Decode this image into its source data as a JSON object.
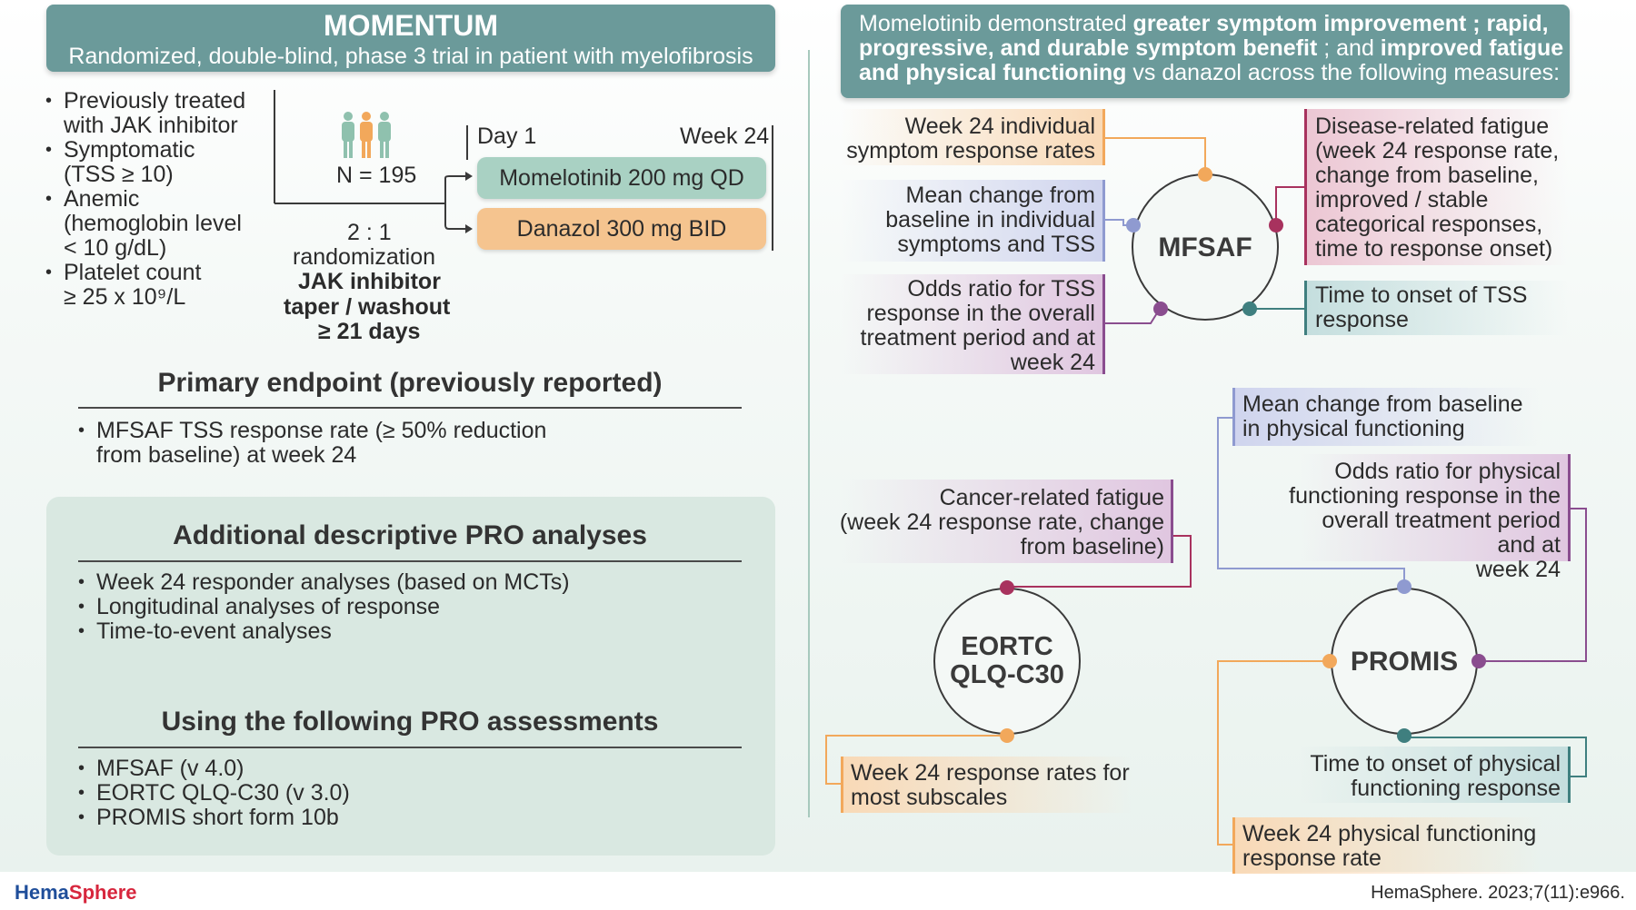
{
  "header": {
    "title": "MOMENTUM",
    "subtitle": "Randomized, double-blind, phase 3 trial in patient with myelofibrosis"
  },
  "eligibility": [
    "Previously treated",
    "with JAK inhibitor",
    "Symptomatic",
    "(TSS ≥ 10)",
    "Anemic",
    "(hemoglobin level",
    "< 10 g/dL)",
    "Platelet count",
    "≥ 25 x 10⁹/L"
  ],
  "design": {
    "n": "N = 195",
    "ratio": "2 : 1",
    "randomization": "randomization",
    "taper1": "JAK inhibitor",
    "taper2": "taper / washout",
    "taper3": "≥ 21 days",
    "day1": "Day 1",
    "week24": "Week 24",
    "arm1": "Momelotinib 200 mg QD",
    "arm2": "Danazol 300 mg BID"
  },
  "primary": {
    "heading": "Primary endpoint (previously reported)",
    "line1": "MFSAF TSS response rate (≥ 50% reduction",
    "line2": "from baseline) at week 24"
  },
  "additional": {
    "heading": "Additional descriptive PRO analyses",
    "items": [
      "Week 24 responder analyses (based on MCTs)",
      "Longitudinal analyses of response",
      "Time-to-event analyses"
    ]
  },
  "assessments": {
    "heading": "Using the following PRO assessments",
    "items": [
      "MFSAF (v 4.0)",
      "EORTC QLQ-C30 (v 3.0)",
      "PROMIS short form 10b"
    ]
  },
  "right_banner": {
    "l1a": "Momelotinib demonstrated ",
    "l1b": "greater symptom improvement ; rapid,",
    "l2a": "progressive, and durable symptom benefit",
    "l2b": " ; and ",
    "l2c": "improved fatigue",
    "l3a": "and physical functioning",
    "l3b": " vs danazol across the following measures:"
  },
  "mfsaf": {
    "name": "MFSAF",
    "week24_1": "Week 24 individual",
    "week24_2": "symptom response rates",
    "mean_1": "Mean change from",
    "mean_2": "baseline in individual",
    "mean_3": "symptoms and TSS",
    "odds_1": "Odds ratio for TSS",
    "odds_2": "response in the overall",
    "odds_3": "treatment period and at",
    "odds_4": "week 24",
    "fat_1": "Disease-related fatigue",
    "fat_2": "(week 24 response rate,",
    "fat_3": "change from baseline,",
    "fat_4": "improved / stable",
    "fat_5": "categorical responses,",
    "fat_6": "time to response onset)",
    "tto_1": "Time to onset of TSS",
    "tto_2": "response"
  },
  "eortc": {
    "name1": "EORTC",
    "name2": "QLQ-C30",
    "crf_1": "Cancer-related fatigue",
    "crf_2": "(week 24 response rate, change",
    "crf_3": "from baseline)",
    "w24_1": "Week 24 response rates for",
    "w24_2": "most subscales"
  },
  "promis": {
    "name": "PROMIS",
    "mean_1": "Mean change from baseline",
    "mean_2": "in physical functioning",
    "odds_1": "Odds ratio for physical",
    "odds_2": "functioning response in the",
    "odds_3": "overall treatment period and at",
    "odds_4": "week 24",
    "tto_1": "Time to onset of physical",
    "tto_2": "functioning response",
    "w24_1": "Week 24 physical functioning",
    "w24_2": "response rate"
  },
  "footer": {
    "logo_a": "Hema",
    "logo_b": "Sphere",
    "citation": "HemaSphere. 2023;7(11):e966."
  },
  "colors": {
    "teal": "#6b9a9a",
    "green_arm": "#a9d1c3",
    "orange_arm": "#f5c48f",
    "orange": "#f2a85b",
    "purple": "#8a4d8f",
    "magenta": "#a8325e",
    "periwinkle": "#8f9ad0",
    "dark_teal": "#3f7f7f"
  }
}
